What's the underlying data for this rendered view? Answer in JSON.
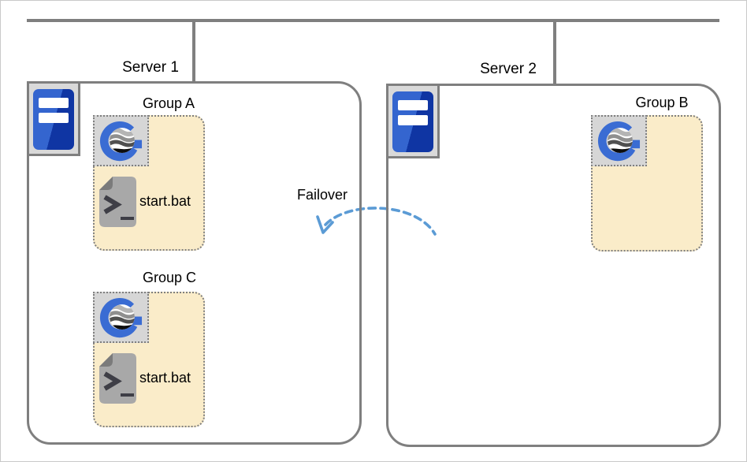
{
  "topology": {
    "failover_label": "Failover",
    "servers": [
      {
        "label": "Server 1",
        "groups": [
          {
            "name": "Group A",
            "script": "start.bat"
          },
          {
            "name": "Group C",
            "script": "start.bat"
          }
        ]
      },
      {
        "label": "Server 2",
        "groups": [
          {
            "name": "Group B"
          }
        ]
      }
    ]
  },
  "icons": {
    "server_machine": "server-icon",
    "group_logo": "g-logo-icon",
    "script_file": "batch-script-icon"
  },
  "colors": {
    "connector_gray": "#7f7f7f",
    "group_fill": "#faecc9",
    "dotted_border": "#7f7f7f",
    "tile_gray": "#d6d6d6",
    "failover_blue": "#5b9bd5",
    "logo_blue": "#3a6cd3",
    "server_icon_blue_light": "#3465cf",
    "server_icon_blue_dark": "#0f35a3",
    "file_gray": "#a8a8a8",
    "file_fold_gray": "#7b7b7b",
    "glyph_dark": "#3e3e46"
  }
}
